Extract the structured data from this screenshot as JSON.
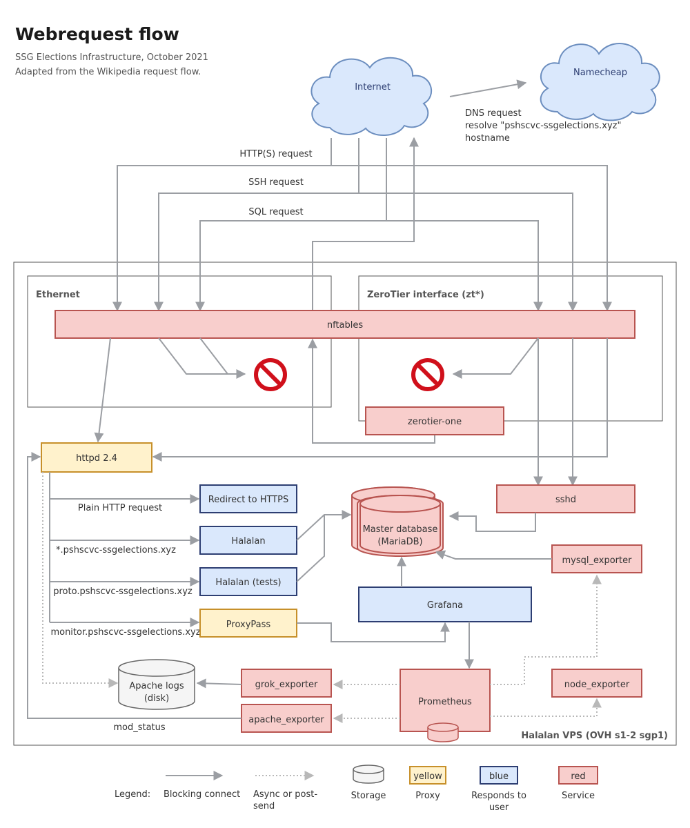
{
  "header": {
    "title": "Webrequest flow",
    "subtitle_line1": "SSG Elections Infrastructure, October 2021",
    "subtitle_line2": "Adapted from the Wikipedia request flow."
  },
  "clouds": {
    "internet": "Internet",
    "namecheap": "Namecheap"
  },
  "dns": {
    "line1": "DNS request",
    "line2": "resolve \"pshscvc-ssgelections.xyz\"",
    "line3": "hostname"
  },
  "requests": {
    "http": "HTTP(S) request",
    "ssh": "SSH request",
    "sql": "SQL request"
  },
  "vps_label": "Halalan VPS (OVH s1-2 sgp1)",
  "interfaces": {
    "ethernet": "Ethernet",
    "zerotier": "ZeroTier interface (zt*)"
  },
  "nodes": {
    "nftables": "nftables",
    "zerotier_one": "zerotier-one",
    "httpd": "httpd 2.4",
    "redirect": "Redirect to HTTPS",
    "halalan": "Halalan",
    "halalan_tests": "Halalan (tests)",
    "proxypass": "ProxyPass",
    "master_db_line1": "Master database",
    "master_db_line2": "(MariaDB)",
    "sshd": "sshd",
    "mysql_exporter": "mysql_exporter",
    "grafana": "Grafana",
    "prometheus": "Prometheus",
    "grok_exporter": "grok_exporter",
    "apache_exporter": "apache_exporter",
    "node_exporter": "node_exporter",
    "apache_logs_line1": "Apache logs",
    "apache_logs_line2": "(disk)"
  },
  "edges": {
    "plain_http": "Plain HTTP request",
    "wildcard": "*.pshscvc-ssgelections.xyz",
    "proto": "proto.pshscvc-ssgelections.xyz",
    "monitor": "monitor.pshscvc-ssgelections.xyz",
    "mod_status": "mod_status"
  },
  "legend": {
    "title": "Legend:",
    "blocking": "Blocking connect",
    "async_line1": "Async or post-",
    "async_line2": "send",
    "storage": "Storage",
    "yellow_swatch": "yellow",
    "proxy": "Proxy",
    "blue_swatch": "blue",
    "responds_line1": "Responds to",
    "responds_line2": "user",
    "red_swatch": "red",
    "service": "Service"
  },
  "colors": {
    "red_fill": "#f8cecc",
    "red_stroke": "#b85450",
    "blue_fill": "#dae8fc",
    "blue_stroke": "#2d3e72",
    "yellow_fill": "#fff2cc",
    "yellow_stroke": "#c7902a",
    "edge": "#9b9ea3",
    "block_icon": "#d0101b"
  }
}
